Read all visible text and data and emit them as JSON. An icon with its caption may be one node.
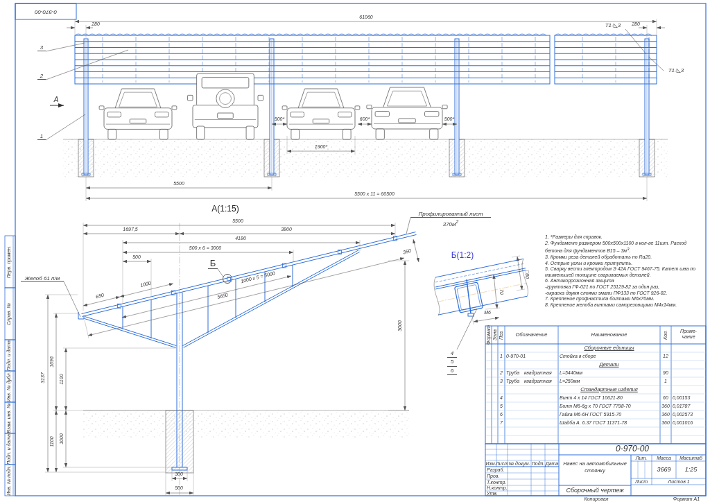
{
  "diagram": {
    "nodes": [
      {
        "text": [
          "3"
        ]
      },
      {
        "text": [
          "2"
        ]
      },
      {
        "text": [
          "1"
        ]
      },
      {
        "text": [
          "Т1-◺3"
        ]
      },
      {
        "text": [
          "Т1-◺3"
        ]
      },
      {
        "text": [
          "Желоб 61 п/м"
        ]
      },
      {
        "text": [
          "Профилированный лист 370м$^{2}$"
        ]
      },
      {
        "text": [
          "Б"
        ]
      },
      {
        "text": [],
        "shape": "circle"
      },
      {
        "text": [
          "4",
          "5",
          "6"
        ]
      }
    ],
    "edges": [
      {
        "from": 0,
        "to": null,
        "arrow": "none"
      },
      {
        "from": 1,
        "to": null,
        "arrow": "none"
      },
      {
        "from": 2,
        "to": null,
        "arrow": "none"
      },
      {
        "from": 3,
        "to": null,
        "arrow": "none"
      },
      {
        "from": 4,
        "to": null,
        "arrow": "none"
      },
      {
        "from": 5,
        "to": null,
        "arrow": "none"
      },
      {
        "from": 6,
        "to": null,
        "arrow": "none"
      },
      {
        "from": 7,
        "to": 8,
        "arrow": "none"
      },
      {
        "from": 9,
        "to": null,
        "arrow": "none"
      }
    ],
    "labels": [
      "0-970-00",
      "61060",
      "280",
      "280",
      "А",
      "500*",
      "600*",
      "500*",
      "1900*",
      "5500",
      "5500 x 11 = 60500",
      "А(1:15)",
      "5500",
      "1697,5",
      "3800",
      "4180",
      "500 x 6 = 3000",
      "500",
      "1000",
      "650",
      "1000 x 5 = 5000",
      "5650",
      "350",
      "3000",
      "3137",
      "1696",
      "1100",
      "1100",
      "1000",
      "300",
      "500",
      "Б(1:2)",
      "□60",
      "70",
      "М6",
      "1. *Размеры для справок.",
      "2. Фундамент размером 500х500х1100 в кол-ве 11шт. Расход бетона для фундаментов В15 – 3м$^{3}$.",
      "3. Кромки реза деталей обработать по Ra20.",
      "4. Острые углы и кромки притупить.",
      "5. Сварку вести электродом Э 42А ГОСТ 9467-75. Катет шва по наименьшей толщине свариваемых деталей.",
      "6. Антикоррозионная защита",
      "-грунтовка ГФ-021 по ГОСТ 25129-82 за один раз,",
      "-окраска двумя слоями эмали ПФ133 по ГОСТ 926-82.",
      "7. Крепление профнастила болтами М6х70мм.",
      "8. Крепление желоба винтами саморезовщими М4х14мм.",
      "Перв. примен.",
      "Справ. №",
      "Подп. и дата",
      "Инв. № дубл.",
      "Взам. инв. №",
      "Подп. и дата",
      "Инв. № подл.",
      "Формат",
      "Зона",
      "Поз.",
      "Обозначение",
      "Наименование",
      "Кол.",
      "Приме-чание",
      "Сборочные единицы",
      "1",
      "0-970-01",
      "Стойка в сборе",
      "12",
      "Детали",
      "2",
      "Труба",
      "квадратная",
      "L=5440мм",
      "90",
      "3",
      "Труба",
      "квадратная",
      "L=250мм",
      "1",
      "Стандартные изделия",
      "4",
      "Винт 4 x 14 ГОСТ 10621-80",
      "60",
      "0,00153",
      "5",
      "Болт М6-6g x 70 ГОСТ 7798-70",
      "360",
      "0,01787",
      "6",
      "Гайка М6-6H ГОСТ 5915-70",
      "360",
      "0,002573",
      "7",
      "Шайба А. 6.37 ГОСТ 11371-78",
      "360",
      "0,001016",
      "0-970-00",
      "Изм.",
      "Лист",
      "№ докум.",
      "Подп.",
      "Дата",
      "Разраб.",
      "Пров.",
      "Т.контр.",
      "Н.контр.",
      "Утв.",
      "Навес на автомобильные стоянку",
      "Лит.",
      "Масса",
      "Масштаб",
      "3669",
      "1:25",
      "Лист",
      "Листов 1",
      "Сборочный чертеж",
      "Копировал",
      "Формат А1"
    ]
  }
}
